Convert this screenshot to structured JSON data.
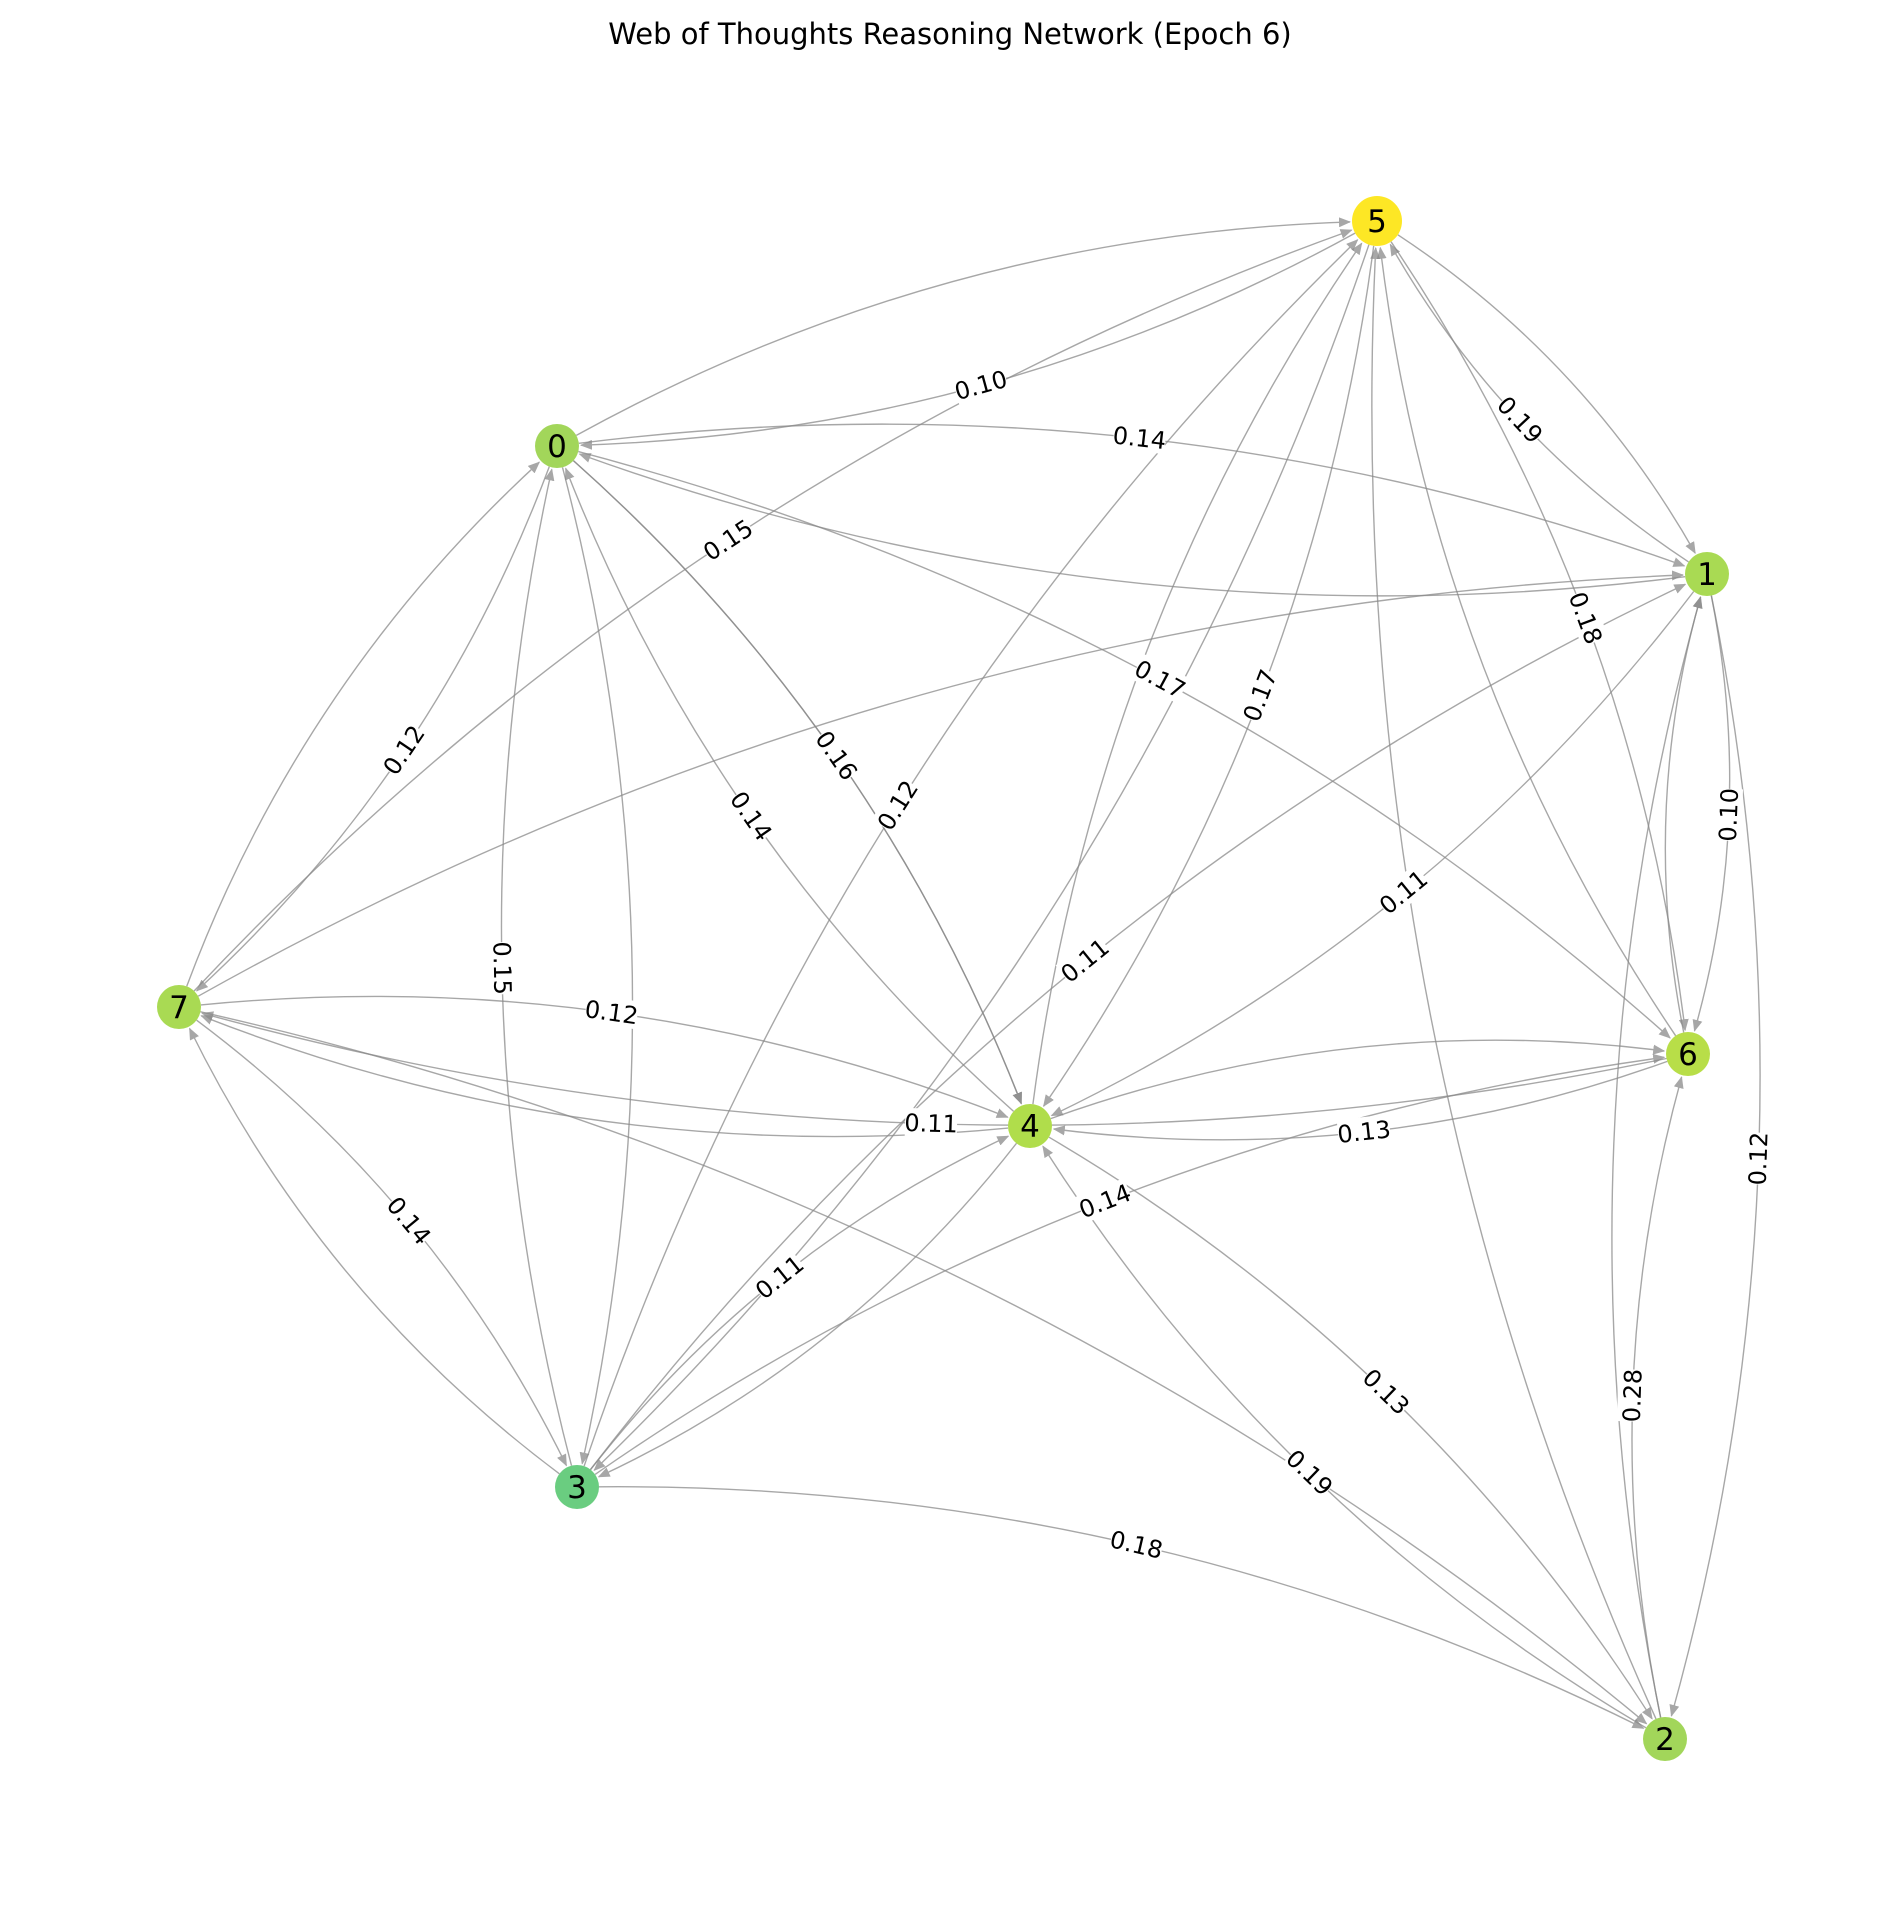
{
  "title": "Web of Thoughts Reasoning Network (Epoch 6)",
  "edge_color": "#8a8a8a",
  "nodes": [
    {
      "id": "0",
      "color": "#a2d65a"
    },
    {
      "id": "1",
      "color": "#a9da53"
    },
    {
      "id": "2",
      "color": "#a2d65a"
    },
    {
      "id": "3",
      "color": "#6acd80"
    },
    {
      "id": "4",
      "color": "#b0dd4b"
    },
    {
      "id": "5",
      "color": "#fde725"
    },
    {
      "id": "6",
      "color": "#b8de48"
    },
    {
      "id": "7",
      "color": "#a9da53"
    }
  ],
  "edges": [
    {
      "from": "5",
      "to": "0",
      "weight": "0.10"
    },
    {
      "from": "0",
      "to": "5",
      "weight": ""
    },
    {
      "from": "1",
      "to": "0",
      "weight": ""
    },
    {
      "from": "0",
      "to": "1",
      "weight": "0.14"
    },
    {
      "from": "1",
      "to": "5",
      "weight": "0.19"
    },
    {
      "from": "5",
      "to": "1",
      "weight": ""
    },
    {
      "from": "0",
      "to": "7",
      "weight": "0.12"
    },
    {
      "from": "7",
      "to": "0",
      "weight": ""
    },
    {
      "from": "0",
      "to": "3",
      "weight": ""
    },
    {
      "from": "3",
      "to": "0",
      "weight": "0.15"
    },
    {
      "from": "0",
      "to": "6",
      "weight": "0.17"
    },
    {
      "from": "0",
      "to": "4",
      "weight": "0.14"
    },
    {
      "from": "4",
      "to": "0",
      "weight": "0.14"
    },
    {
      "from": "7",
      "to": "5",
      "weight": "0.15"
    },
    {
      "from": "7",
      "to": "1",
      "weight": ""
    },
    {
      "from": "3",
      "to": "5",
      "weight": "0.12"
    },
    {
      "from": "5",
      "to": "3",
      "weight": ""
    },
    {
      "from": "5",
      "to": "4",
      "weight": "0.17"
    },
    {
      "from": "4",
      "to": "5",
      "weight": ""
    },
    {
      "from": "5",
      "to": "6",
      "weight": "0.18"
    },
    {
      "from": "6",
      "to": "5",
      "weight": ""
    },
    {
      "from": "2",
      "to": "5",
      "weight": ""
    },
    {
      "from": "6",
      "to": "7",
      "weight": "0.11"
    },
    {
      "from": "7",
      "to": "4",
      "weight": "0.12"
    },
    {
      "from": "4",
      "to": "7",
      "weight": ""
    },
    {
      "from": "1",
      "to": "4",
      "weight": "0.11"
    },
    {
      "from": "3",
      "to": "1",
      "weight": "0.11"
    },
    {
      "from": "1",
      "to": "6",
      "weight": "0.10"
    },
    {
      "from": "6",
      "to": "1",
      "weight": ""
    },
    {
      "from": "6",
      "to": "4",
      "weight": "0.13"
    },
    {
      "from": "4",
      "to": "6",
      "weight": ""
    },
    {
      "from": "2",
      "to": "6",
      "weight": "0.28"
    },
    {
      "from": "1",
      "to": "2",
      "weight": "0.12"
    },
    {
      "from": "2",
      "to": "1",
      "weight": ""
    },
    {
      "from": "7",
      "to": "3",
      "weight": "0.14"
    },
    {
      "from": "3",
      "to": "7",
      "weight": ""
    },
    {
      "from": "7",
      "to": "2",
      "weight": ""
    },
    {
      "from": "3",
      "to": "4",
      "weight": "0.11"
    },
    {
      "from": "4",
      "to": "3",
      "weight": ""
    },
    {
      "from": "3",
      "to": "6",
      "weight": "0.14"
    },
    {
      "from": "4",
      "to": "2",
      "weight": "0.13"
    },
    {
      "from": "2",
      "to": "4",
      "weight": "0.19"
    },
    {
      "from": "3",
      "to": "2",
      "weight": "0.18"
    },
    {
      "from": "0",
      "to": "4",
      "weight": "0.16"
    }
  ]
}
